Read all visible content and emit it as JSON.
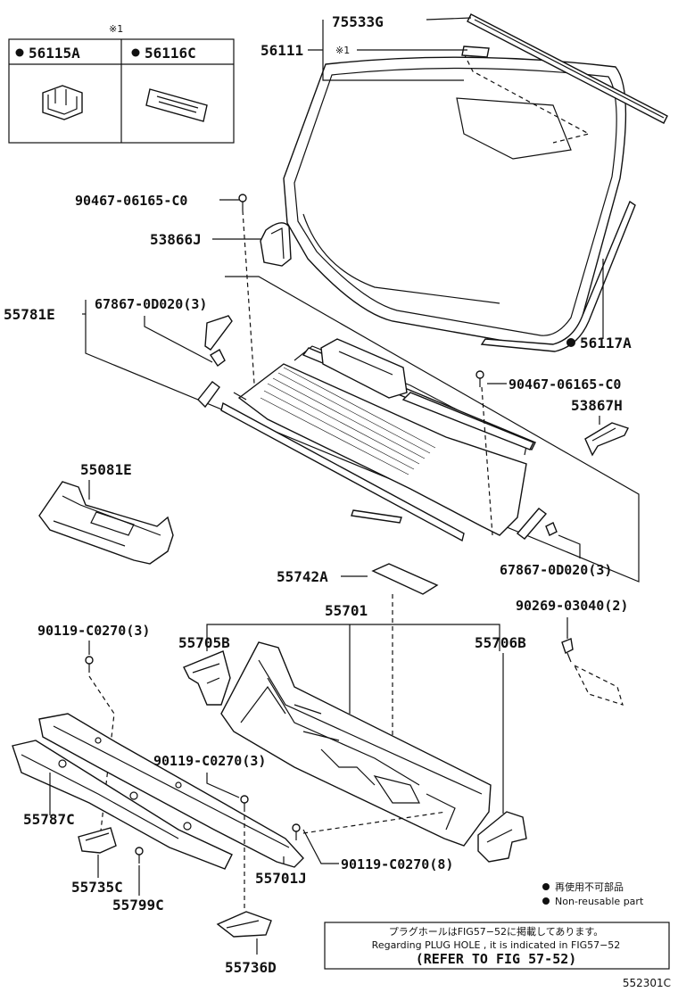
{
  "labels": {
    "p75533G": "75533G",
    "p56111": "56111",
    "star1_top": "※1",
    "star1_inset": "※1",
    "p56115A": "56115A",
    "p56116C": "56116C",
    "p90467_1": "90467-06165-C0",
    "p53866J": "53866J",
    "p55781E": "55781E",
    "p67867_1": "67867-0D020(3)",
    "p56117A": "56117A",
    "p90467_2": "90467-06165-C0",
    "p53867H": "53867H",
    "p55081E": "55081E",
    "p67867_2": "67867-0D020(3)",
    "p55742A": "55742A",
    "p55701": "55701",
    "p90269": "90269-03040(2)",
    "p90119_1": "90119-C0270(3)",
    "p55705B": "55705B",
    "p55706B": "55706B",
    "p90119_2": "90119-C0270(3)",
    "p55787C": "55787C",
    "p90119_3": "90119-C0270(8)",
    "p55735C": "55735C",
    "p55799C": "55799C",
    "p55701J": "55701J",
    "p55736D": "55736D"
  },
  "legend": {
    "jp": "再使用不可部品",
    "en": "Non-reusable part"
  },
  "note": {
    "jp": "プラグホールはFIG57−52に掲載してあります。",
    "en": "Regarding PLUG HOLE , it is indicated in FIG57−52",
    "refer": "(REFER TO FIG 57-52)"
  },
  "figure_code": "552301C"
}
